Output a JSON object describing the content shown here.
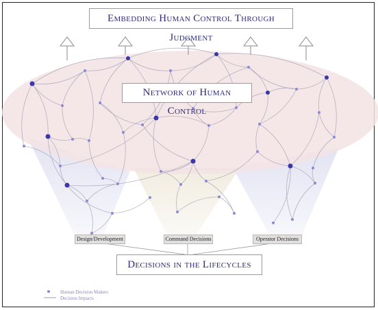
{
  "titles": {
    "top": "Embedding Human Control Through Judgment",
    "network": "Network of Human Control",
    "bottom": "Decisions in the Lifecycles"
  },
  "stages": [
    "Design/Development",
    "Command Decisions",
    "Operator Decisions"
  ],
  "legend": {
    "dots": "Human Decision Makers",
    "lines": "Decision Impacts"
  },
  "colors": {
    "node": "#3b37a8",
    "node_light": "#8d88d8",
    "edge": "#a9a6b8",
    "ellipse": "#f3e2e4",
    "title_text": "#2d2a7a"
  }
}
